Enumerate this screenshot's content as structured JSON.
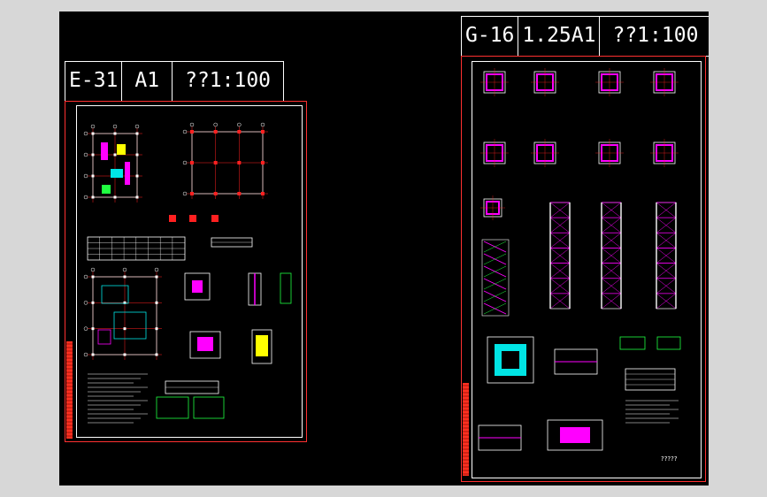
{
  "app": {
    "view": "CAD drawing preview"
  },
  "sheet_left": {
    "title_cells": [
      "E-31",
      "A1",
      "??1:100"
    ]
  },
  "sheet_right": {
    "title_cells": [
      "G-16",
      "1.25A1",
      "??1:100"
    ],
    "bottom_note": "?????"
  },
  "colors": {
    "background": "#000000",
    "frame_outer": "#ff3030",
    "frame_inner": "#ffffff",
    "grid_red": "#ff2020",
    "struct_magenta": "#ff00ff",
    "accent_cyan": "#00e5e5",
    "accent_yellow": "#ffff00",
    "accent_green": "#20ff40",
    "title_block_fill": "#ff3020"
  }
}
